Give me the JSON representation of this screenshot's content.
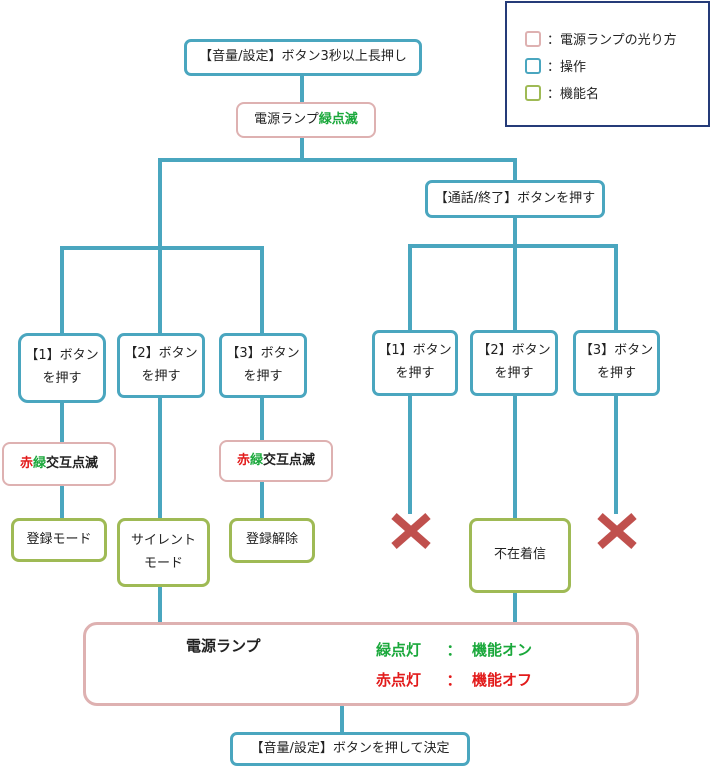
{
  "legend": {
    "items": [
      {
        "label": "：電源ランプの光り方",
        "kind": "lamp"
      },
      {
        "label": "：操作",
        "kind": "op"
      },
      {
        "label": "：機能名",
        "kind": "fn"
      }
    ]
  },
  "start": {
    "label": "【音量/設定】ボタン3秒以上長押し"
  },
  "lamp_top": {
    "prefix": "電源ランプ",
    "highlight": "緑点滅"
  },
  "call_button": {
    "label": "【通話/終了】ボタンを押す"
  },
  "left_buttons": [
    {
      "line1": "【1】ボタン",
      "line2": "を押す"
    },
    {
      "line1": "【2】ボタン",
      "line2": "を押す"
    },
    {
      "line1": "【3】ボタン",
      "line2": "を押す"
    }
  ],
  "right_buttons": [
    {
      "line1": "【1】ボタン",
      "line2": "を押す"
    },
    {
      "line1": "【2】ボタン",
      "line2": "を押す"
    },
    {
      "line1": "【3】ボタン",
      "line2": "を押す"
    }
  ],
  "blink_lamp": {
    "red": "赤",
    "green": "緑",
    "rest": "交互点滅"
  },
  "functions": {
    "register": "登録モード",
    "silent_line1": "サイレント",
    "silent_line2": "モード",
    "unregister": "登録解除",
    "missed_call": "不在着信"
  },
  "final": {
    "title": "電源ランプ",
    "on_key": "緑点灯",
    "on_sep": "：",
    "on_value": "機能オン",
    "off_key": "赤点灯",
    "off_sep": "：",
    "off_value": "機能オフ"
  },
  "end": {
    "label": "【音量/設定】ボタンを押して決定"
  },
  "colors": {
    "connector": "#4aa6bf",
    "operation_border": "#4aa6bf",
    "lamp_border": "#deb1b1",
    "function_border": "#9fba55",
    "legend_border": "#253b78",
    "green_text": "#1aa83b",
    "red_text": "#e21b1b",
    "cross": "#c0504d"
  }
}
